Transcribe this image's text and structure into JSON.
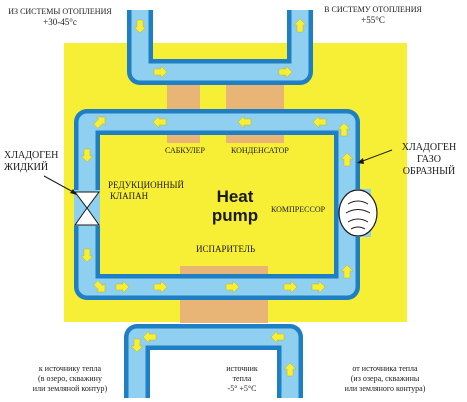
{
  "colors": {
    "background_box": "#f7ee36",
    "pipe_outer": "#1f7fc4",
    "pipe_inner": "#8fd0f0",
    "heat_exchanger": "#e9b577",
    "arrow": "#f7ee36",
    "text": "#1a1a1a"
  },
  "icons": {
    "compressor": "compressor-icon",
    "expansion_valve": "expansion-valve-icon",
    "flow_arrow": "flow-arrow-icon"
  },
  "labels": {
    "to_heating_left_line1": "ИЗ СИСТЕМЫ ОТОПЛЕНИЯ",
    "to_heating_left_line2": "+30-45°c",
    "to_heating_right_line1": "В СИСТЕМУ ОТОПЛЕНИЯ",
    "to_heating_right_line2": "+55°C",
    "subcooler": "САБКУЛЕР",
    "condenser": "КОНДЕНСАТОР",
    "refrigerant_liquid_line1": "ХЛАДОГЕН",
    "refrigerant_liquid_line2": "ЖИДКИЙ",
    "refrigerant_gas_line1": "ХЛАДОГЕН",
    "refrigerant_gas_line2": "ГАЗО",
    "refrigerant_gas_line3": "ОБРАЗНЫЙ",
    "valve_line1": "РЕДУКЦИОННЫЙ",
    "valve_line2": "КЛАПАН",
    "heat_pump_line1": "Heat",
    "heat_pump_line2": "pump",
    "compressor": "КОМПРЕССОР",
    "evaporator": "ИСПАРИТЕЛЬ",
    "source_left_line1": "к источнику тепла",
    "source_left_line2": "(в озеро, скважину",
    "source_left_line3": "или земляной контур)",
    "source_mid_line1": "источник",
    "source_mid_line2": "тепла",
    "source_mid_line3": "-5° +5°C",
    "source_right_line1": "от источника тепла",
    "source_right_line2": "(из озера, скважины",
    "source_right_line3": "или земляного контура)"
  }
}
